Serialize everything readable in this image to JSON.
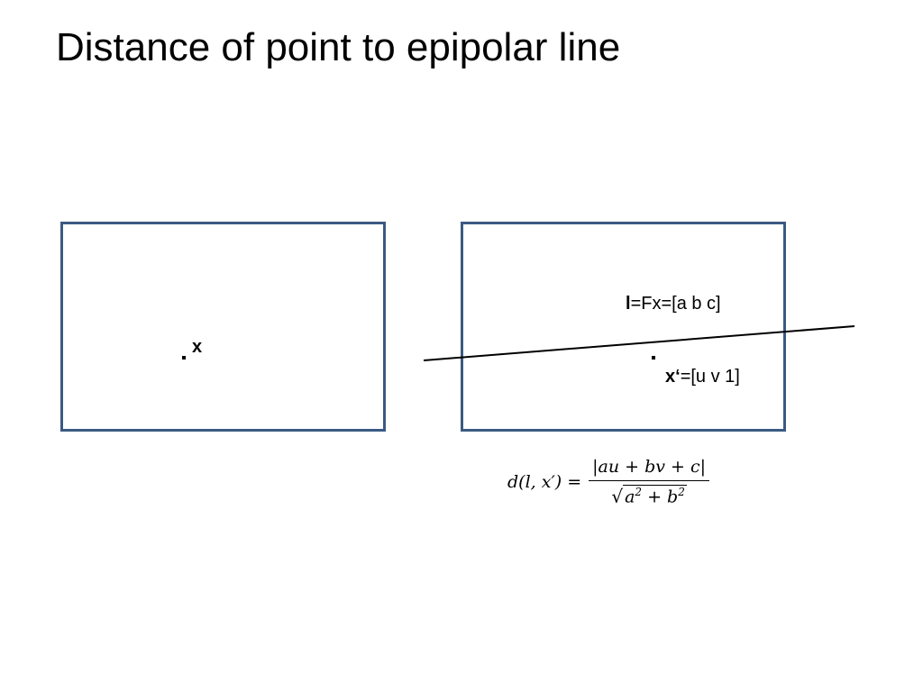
{
  "slide": {
    "title": "Distance of point to epipolar line"
  },
  "left_image": {
    "point_label": "x"
  },
  "right_image": {
    "line_label_bold": "l",
    "line_label_rest": "=Fx=[a b c]",
    "point_label_bold": "x‘",
    "point_label_rest": "=[u v 1]"
  },
  "formula": {
    "lhs": "d(l, x′) =",
    "numerator": "|au + bv + c|",
    "sqrt_symbol": "√",
    "denominator_a": "a",
    "denominator_exp1": "2",
    "denominator_plus": " + b",
    "denominator_exp2": "2"
  },
  "colors": {
    "frame_border": "#3a5a82",
    "line": "#000000"
  }
}
